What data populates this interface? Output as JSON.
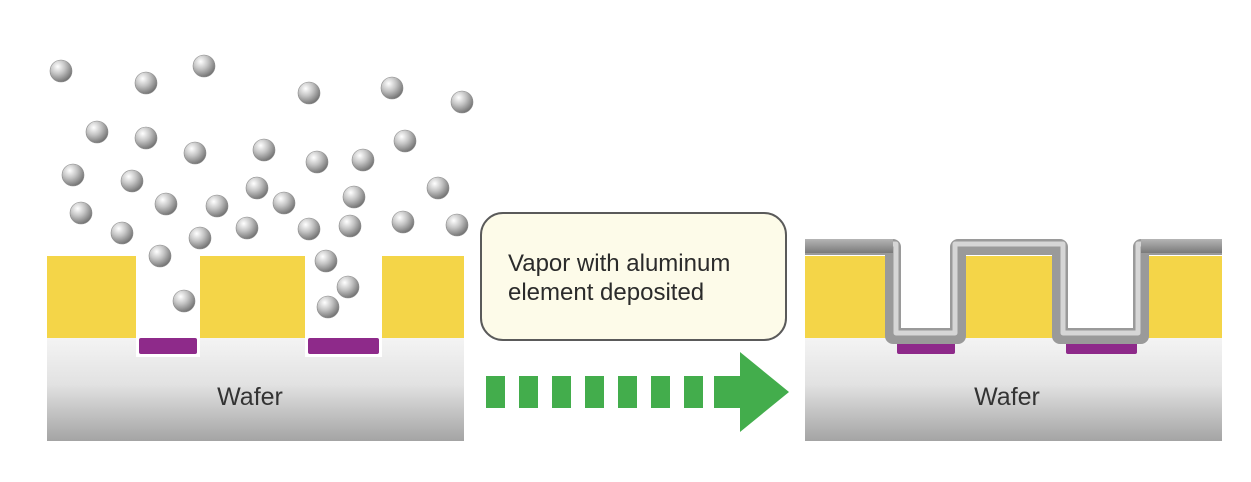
{
  "diagram": {
    "left_panel": {
      "wafer_label": "Wafer"
    },
    "right_panel": {
      "wafer_label": "Wafer"
    },
    "callout": {
      "line1": "Vapor with aluminum",
      "line2": "element deposited"
    }
  },
  "colors": {
    "insulator": "#f4d548",
    "contact": "#8e2a8a",
    "arrow": "#43ad4c",
    "callout_fill": "#fdfbe9",
    "callout_border": "#5a5a5a",
    "wafer_light": "#ececec",
    "wafer_dark": "#a6a6a6",
    "aluminum_film": "#8f8f8f"
  },
  "icons": {
    "particles": "aluminum-vapor-particle-icon",
    "arrow": "dashed-right-arrow-icon"
  }
}
